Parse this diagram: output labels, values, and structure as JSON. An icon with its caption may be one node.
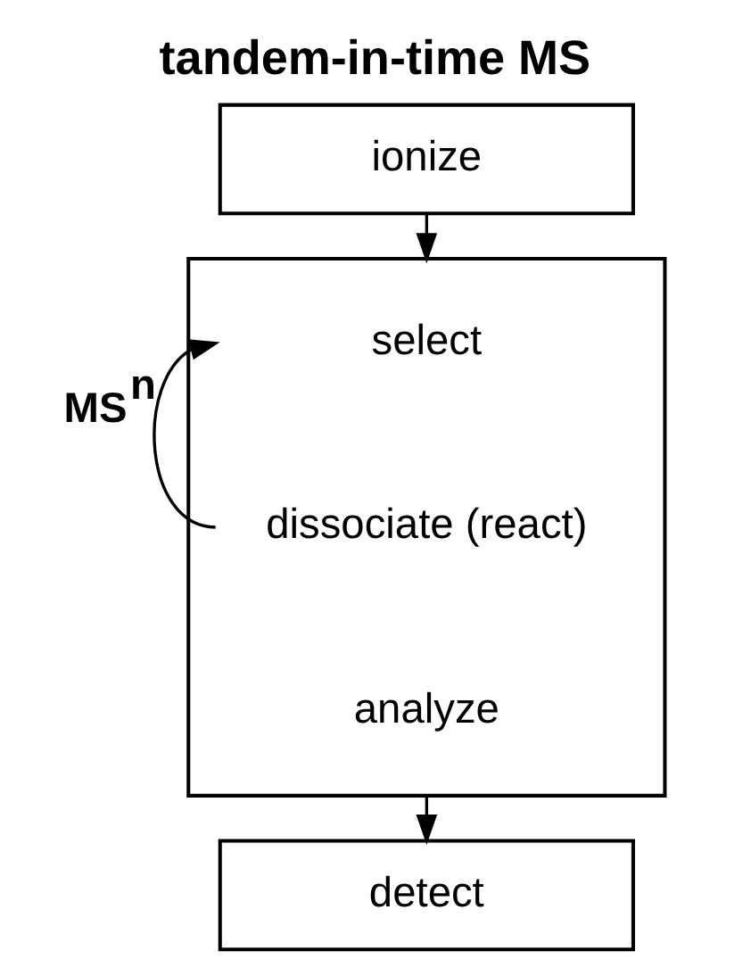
{
  "diagram": {
    "title": "tandem-in-time MS",
    "nodes": [
      {
        "text": [
          "ionize"
        ]
      },
      {
        "text": [],
        "shape": "box"
      },
      {
        "text": [
          "select"
        ],
        "in": 1
      },
      {
        "text": [
          "dissociate (react)"
        ],
        "in": 1
      },
      {
        "text": [
          "analyze"
        ],
        "in": 1
      },
      {
        "text": [
          "detect"
        ]
      }
    ],
    "edges": [
      {
        "from": 0,
        "to": 1,
        "arrow": "to"
      },
      {
        "from": 3,
        "to": 2,
        "arrow": "to",
        "label": "MS$^{n}$"
      },
      {
        "from": 1,
        "to": 5,
        "arrow": "to"
      }
    ]
  }
}
